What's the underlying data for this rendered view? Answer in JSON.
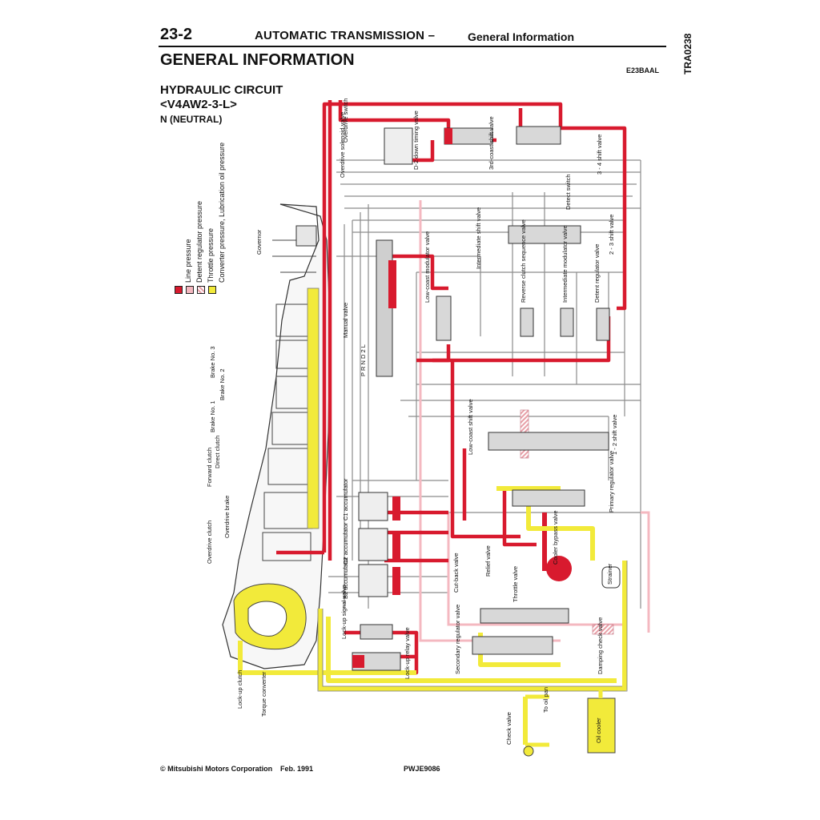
{
  "header": {
    "page_number": "23-2",
    "section_title": "AUTOMATIC TRANSMISSION",
    "dash": "–",
    "section_subtitle": "General Information",
    "page_title": "GENERAL INFORMATION",
    "code": "E23BAAL",
    "figure_code": "TRA0238"
  },
  "circuit": {
    "title": "HYDRAULIC CIRCUIT",
    "model": "<V4AW2-3-L>",
    "mode": "N (NEUTRAL)"
  },
  "legend": [
    {
      "label": "Line pressure",
      "color": "#d81a2e",
      "style": "solid"
    },
    {
      "label": "Detent regulator pressure",
      "color": "#f4b8c0",
      "style": "solid"
    },
    {
      "label": "Throttle pressure",
      "color": "#e8a0a8",
      "style": "hatched"
    },
    {
      "label": "Converter pressure, Lubrication oil pressure",
      "color": "#f2ea3a",
      "style": "solid"
    }
  ],
  "colors": {
    "line_pressure": "#d81a2e",
    "detent_pressure": "#f4b8c0",
    "converter_pressure": "#f2ea3a",
    "drain_line": "#8c8c8c"
  },
  "components": {
    "governor": "Governor",
    "brake_3": "Brake No. 3",
    "brake_2": "Brake No. 2",
    "brake_1": "Brake No. 1",
    "direct_clutch": "Direct clutch",
    "forward_clutch": "Forward clutch",
    "overdrive_brake": "Overdrive brake",
    "overdrive_clutch": "Overdrive clutch",
    "lockup_clutch": "Lock-up clutch",
    "torque_converter": "Torque converter",
    "overdrive_solenoid": "Overdrive solenoid valve",
    "overdrive_switch": "Overdrive switch",
    "d2_timing": "D-2 down timing valve",
    "coast_3rd": "3rd-coast shift valve",
    "shift_34": "3 - 4 shift valve",
    "detect_switch": "Detect switch",
    "intermediate_shift": "Intermediate shift valve",
    "shift_23": "2 - 3 shift valve",
    "manual_valve": "Manual valve",
    "prnd": "P R N D 2 L",
    "low_coast_modulator": "Low-coast modulator valve",
    "reverse_clutch_seq": "Reverse clutch sequence valve",
    "intermediate_modulator": "Intermediate modulator valve",
    "detent_regulator": "Detent regulator valve",
    "low_coast_shift": "Low-coast shift valve",
    "shift_12": "1 - 2 shift valve",
    "c1_acc": "C1 accumulator",
    "c2_acc": "C2 accumulator",
    "b2_acc": "B2 accumulator",
    "primary_regulator": "Primary regulator valve",
    "cooler_bypass": "Cooler bypass valve",
    "relief": "Relief valve",
    "cutback": "Cut-back valve",
    "throttle": "Throttle valve",
    "strainer": "Strainer",
    "lockup_signal": "Lock-up signal valve",
    "lockup_relay": "Lock-up relay valve",
    "secondary_regulator": "Secondary regulator valve",
    "damping_check": "Damping check valve",
    "to_oil_pan": "To oil pan",
    "check_valve": "Check valve",
    "oil_cooler": "Oil cooler"
  },
  "footer": {
    "copyright": "© Mitsubishi Motors Corporation",
    "date": "Feb. 1991",
    "doc_code": "PWJE9086"
  }
}
